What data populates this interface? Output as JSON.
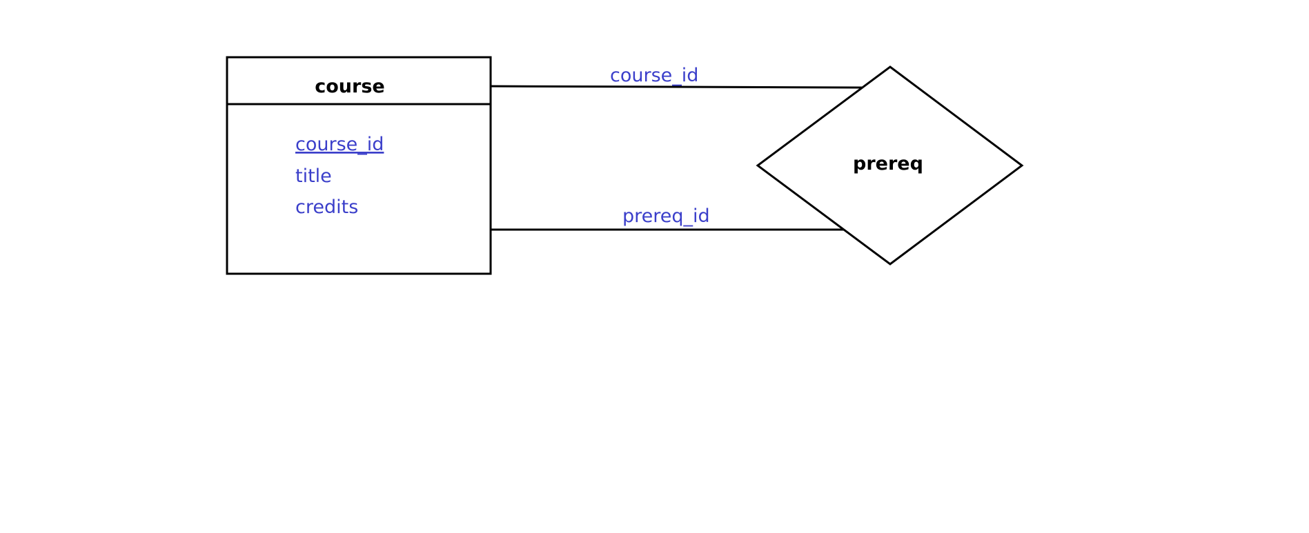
{
  "entity": {
    "name": "course",
    "attributes": [
      {
        "name": "course_id",
        "primary_key": true
      },
      {
        "name": "title",
        "primary_key": false
      },
      {
        "name": "credits",
        "primary_key": false
      }
    ]
  },
  "relationship": {
    "name": "prereq"
  },
  "roles": {
    "top": "course_id",
    "bottom": "prereq_id"
  },
  "colors": {
    "stroke": "#000000",
    "attribute_text": "#3b3fca",
    "background": "#ffffff"
  }
}
